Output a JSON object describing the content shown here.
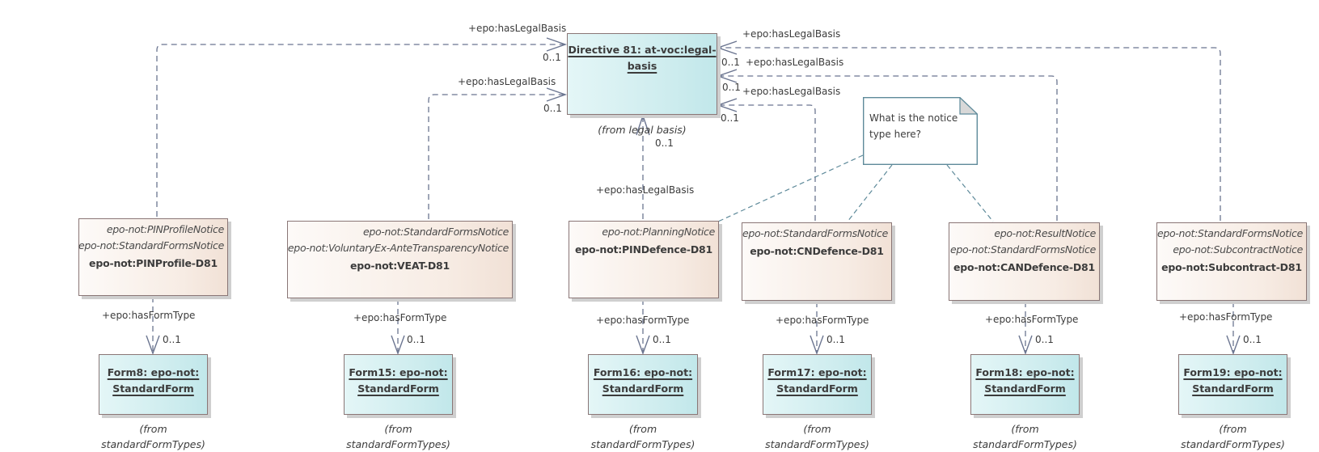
{
  "central": {
    "name_line1": "Directive 81: at-voc:legal-",
    "name_line2": "basis",
    "from": "(from legal basis)"
  },
  "association_label": "+epo:hasLegalBasis",
  "form_association_label": "+epo:hasFormType",
  "multiplicity": "0..1",
  "notices": [
    {
      "stereotypes": [
        "epo-not:PINProfileNotice",
        "epo-not:StandardFormsNotice"
      ],
      "name": "epo-not:PINProfile-D81"
    },
    {
      "stereotypes": [
        "epo-not:StandardFormsNotice",
        "epo-not:VoluntaryEx-AnteTransparencyNotice"
      ],
      "name": "epo-not:VEAT-D81"
    },
    {
      "stereotypes": [
        "epo-not:PlanningNotice"
      ],
      "name": "epo-not:PINDefence-D81"
    },
    {
      "stereotypes": [
        "epo-not:StandardFormsNotice"
      ],
      "name": "epo-not:CNDefence-D81"
    },
    {
      "stereotypes": [
        "epo-not:ResultNotice",
        "epo-not:StandardFormsNotice"
      ],
      "name": "epo-not:CANDefence-D81"
    },
    {
      "stereotypes": [
        "epo-not:StandardFormsNotice",
        "epo-not:SubcontractNotice"
      ],
      "name": "epo-not:Subcontract-D81"
    }
  ],
  "forms": [
    {
      "line1": "Form8: epo-not:",
      "line2": "StandardForm",
      "from1": "(from",
      "from2": "standardFormTypes)"
    },
    {
      "line1": "Form15: epo-not:",
      "line2": "StandardForm",
      "from1": "(from",
      "from2": "standardFormTypes)"
    },
    {
      "line1": "Form16: epo-not:",
      "line2": "StandardForm",
      "from1": "(from",
      "from2": "standardFormTypes)"
    },
    {
      "line1": "Form17: epo-not:",
      "line2": "StandardForm",
      "from1": "(from",
      "from2": "standardFormTypes)"
    },
    {
      "line1": "Form18: epo-not:",
      "line2": "StandardForm",
      "from1": "(from",
      "from2": "standardFormTypes)"
    },
    {
      "line1": "Form19: epo-not:",
      "line2": "StandardForm",
      "from1": "(from",
      "from2": "standardFormTypes)"
    }
  ],
  "note": {
    "text": "What is the notice type here?"
  },
  "colors": {
    "line": "#6b7590",
    "note_line": "#5e8a9a",
    "box_border": "#8a7676"
  }
}
